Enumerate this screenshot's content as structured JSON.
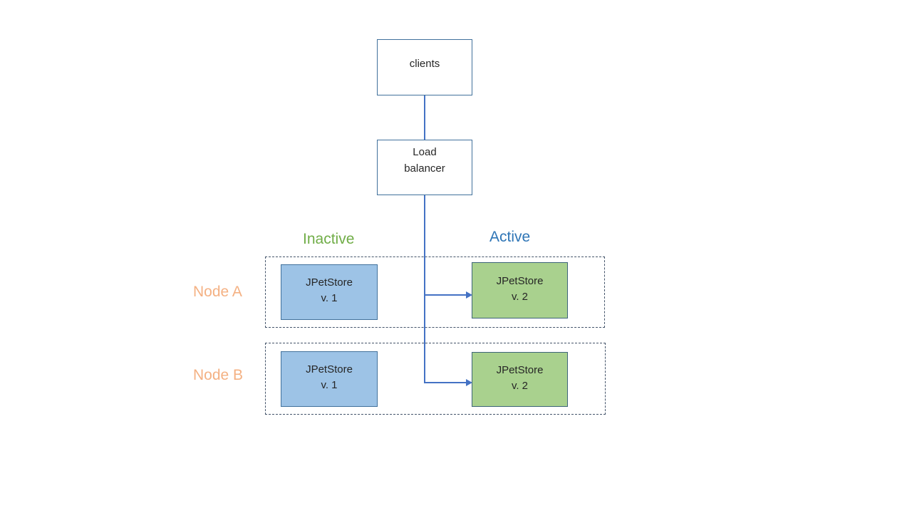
{
  "colors": {
    "connector": "#4472C4",
    "shape_border": "#41719C",
    "green_border": "#3D6479",
    "node_border": "#44546A",
    "blue_fill": "#9DC3E6",
    "green_fill": "#A9D18E",
    "inactive_label": "#70AD47",
    "active_label": "#2E75B6",
    "node_label": "#F4B183",
    "text": "#262626"
  },
  "shapes": {
    "clients": {
      "label": "clients"
    },
    "load_balancer": {
      "label": "Load\nbalancer"
    }
  },
  "columns": {
    "inactive": "Inactive",
    "active": "Active"
  },
  "nodes": [
    {
      "label": "Node A",
      "inactive_app": {
        "name": "JPetStore",
        "version": "v. 1"
      },
      "active_app": {
        "name": "JPetStore",
        "version": "v. 2"
      }
    },
    {
      "label": "Node B",
      "inactive_app": {
        "name": "JPetStore",
        "version": "v. 1"
      },
      "active_app": {
        "name": "JPetStore",
        "version": "v. 2"
      }
    }
  ]
}
